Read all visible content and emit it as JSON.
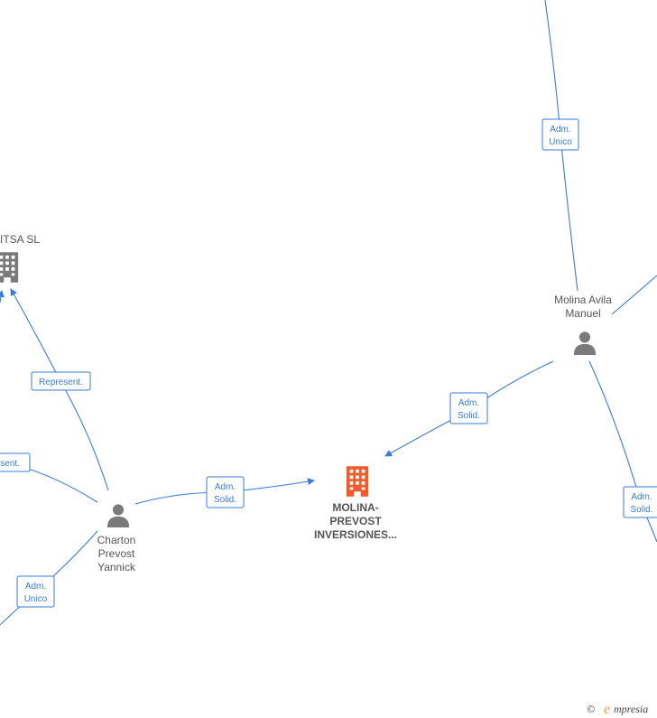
{
  "nodes": {
    "molina_prevost": {
      "lines": [
        "MOLINA-",
        "PREVOST",
        "INVERSIONES..."
      ],
      "color": "#f15a2b"
    },
    "molina_avila": {
      "lines": [
        "Molina Avila",
        "Manuel"
      ]
    },
    "charton": {
      "lines": [
        "Charton",
        "Prevost",
        "Yannick"
      ]
    },
    "itsa": {
      "lines": [
        "ITSA SL"
      ]
    }
  },
  "edge_labels": {
    "adm_unico": [
      "Adm.",
      "Unico"
    ],
    "adm_solid": [
      "Adm.",
      "Solid."
    ],
    "represent": [
      "Represent."
    ],
    "represent_cut": [
      "esent."
    ]
  },
  "colors": {
    "edge": "#3a7bd5",
    "person": "#7a7a7a",
    "company": "#7a7a7a",
    "focus_company": "#f15a2b"
  },
  "watermark": {
    "copyright": "©",
    "brand_initial": "e",
    "brand_rest": "mpresia"
  }
}
